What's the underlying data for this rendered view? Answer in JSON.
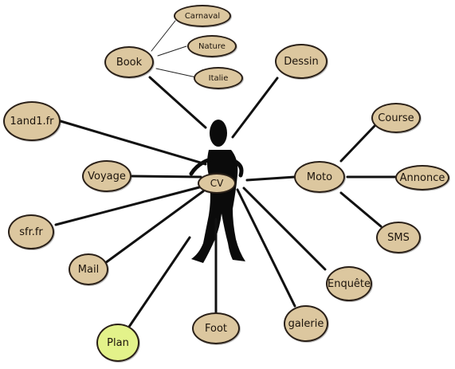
{
  "colors": {
    "node_fill": "#dcc79f",
    "plan_fill": "#e3f28a",
    "outline": "#2a2018",
    "figure": "#0b0b0b"
  },
  "figure_icon": "stick-figure-person",
  "nodes": {
    "cv": "CV",
    "book": "Book",
    "carnaval": "Carnaval",
    "nature": "Nature",
    "italie": "Italie",
    "dessin": "Dessin",
    "oneandone": "1and1.fr",
    "voyage": "Voyage",
    "sfr": "sfr.fr",
    "mail": "Mail",
    "plan": "Plan",
    "foot": "Foot",
    "galerie": "galerie",
    "enquete": "Enquête",
    "moto": "Moto",
    "course": "Course",
    "annonce": "Annonce",
    "sms": "SMS"
  }
}
